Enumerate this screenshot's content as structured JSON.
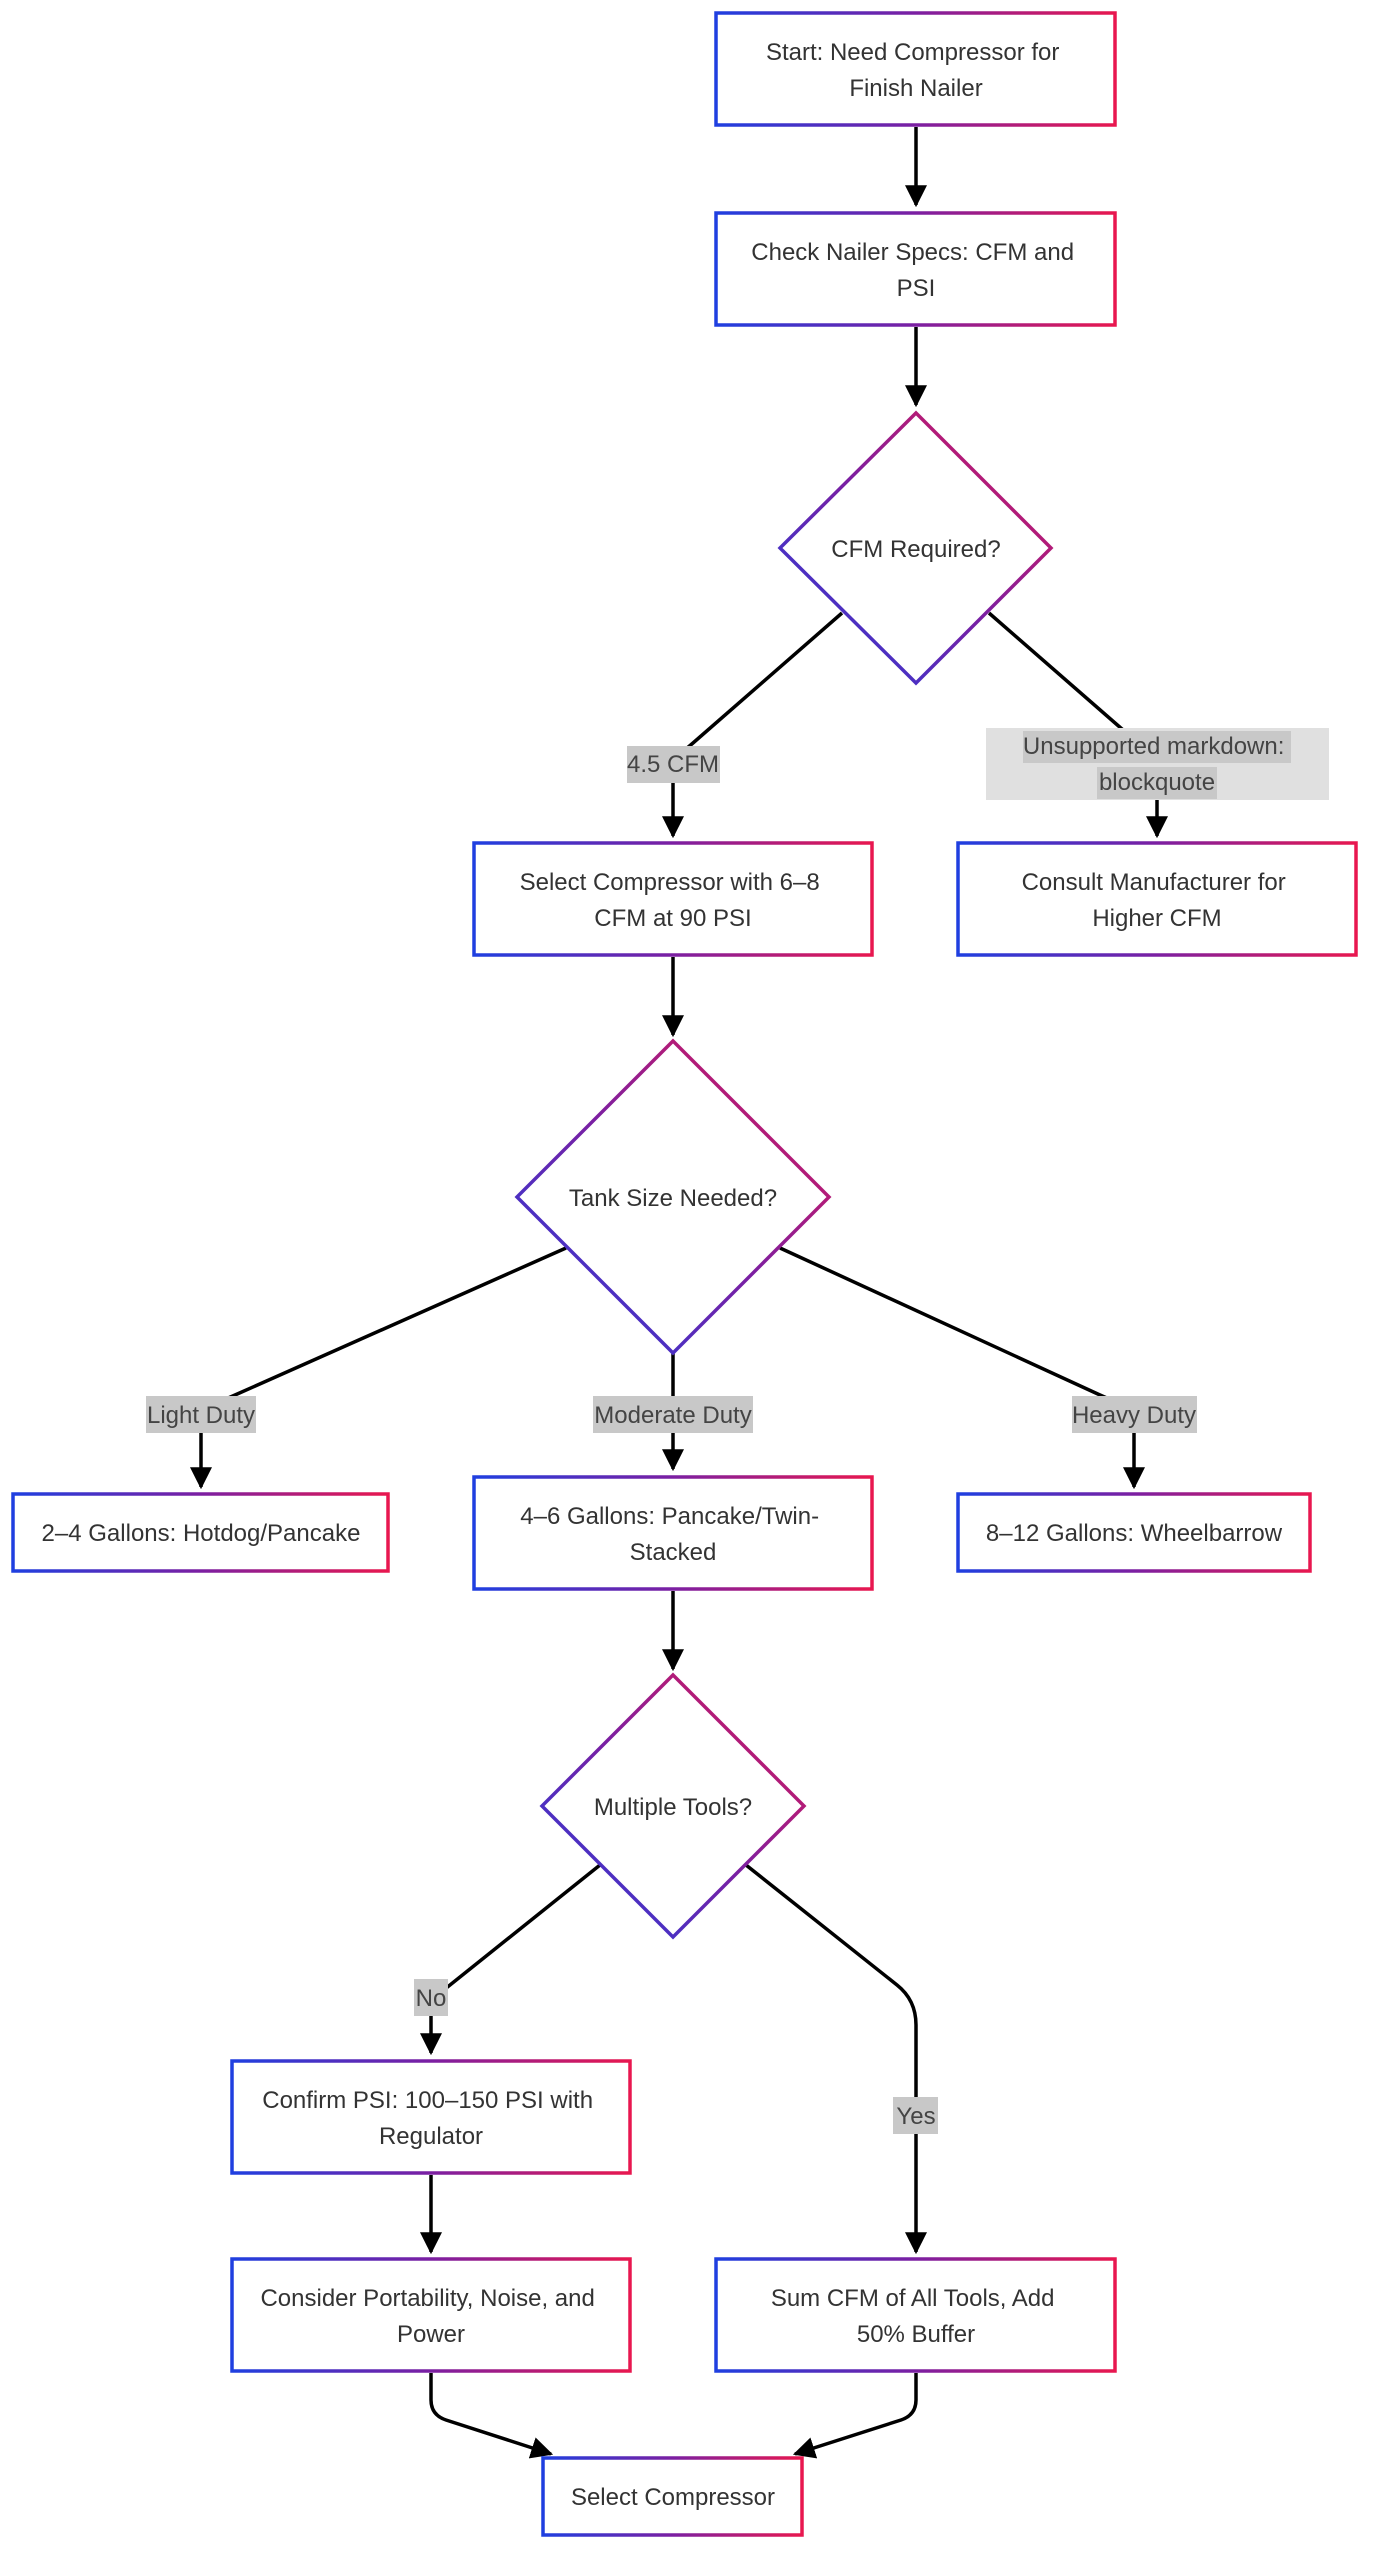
{
  "nodes": {
    "start": {
      "lines": [
        "Start: Need Compressor for",
        "Finish Nailer"
      ]
    },
    "check_specs": {
      "lines": [
        "Check Nailer Specs: CFM and",
        "PSI"
      ]
    },
    "cfm_required": {
      "lines": [
        "CFM Required?"
      ]
    },
    "select_6_8": {
      "lines": [
        "Select Compressor with 6–8",
        "CFM at 90 PSI"
      ]
    },
    "consult_manufacturer": {
      "lines": [
        "Consult Manufacturer for",
        "Higher CFM"
      ]
    },
    "tank_size": {
      "lines": [
        "Tank Size Needed?"
      ]
    },
    "gallons_2_4": {
      "lines": [
        "2–4 Gallons: Hotdog/Pancake"
      ]
    },
    "gallons_4_6": {
      "lines": [
        "4–6 Gallons: Pancake/Twin-",
        "Stacked"
      ]
    },
    "gallons_8_12": {
      "lines": [
        "8–12 Gallons: Wheelbarrow"
      ]
    },
    "multiple_tools": {
      "lines": [
        "Multiple Tools?"
      ]
    },
    "confirm_psi": {
      "lines": [
        "Confirm PSI: 100–150 PSI with",
        "Regulator"
      ]
    },
    "sum_cfm": {
      "lines": [
        "Sum CFM of All Tools, Add",
        "50% Buffer"
      ]
    },
    "consider_portability": {
      "lines": [
        "Consider Portability, Noise, and",
        "Power"
      ]
    },
    "select_compressor": {
      "lines": [
        "Select Compressor"
      ]
    }
  },
  "edge_labels": {
    "cfm_4_5": {
      "lines": [
        "4.5 CFM"
      ]
    },
    "unsupported": {
      "lines": [
        "Unsupported markdown:",
        "blockquote"
      ]
    },
    "light_duty": {
      "lines": [
        "Light Duty"
      ]
    },
    "moderate_duty": {
      "lines": [
        "Moderate Duty"
      ]
    },
    "heavy_duty": {
      "lines": [
        "Heavy Duty"
      ]
    },
    "no": {
      "lines": [
        "No"
      ]
    },
    "yes": {
      "lines": [
        "Yes"
      ]
    }
  },
  "colors": {
    "gradient_start": "#1f3fe0",
    "gradient_mid": "#7b1fa2",
    "gradient_end": "#e8174f",
    "edge": "#000000",
    "label_bg": "#c8c8c8",
    "label_bg_light": "#e0e0e0",
    "text": "#333333"
  }
}
